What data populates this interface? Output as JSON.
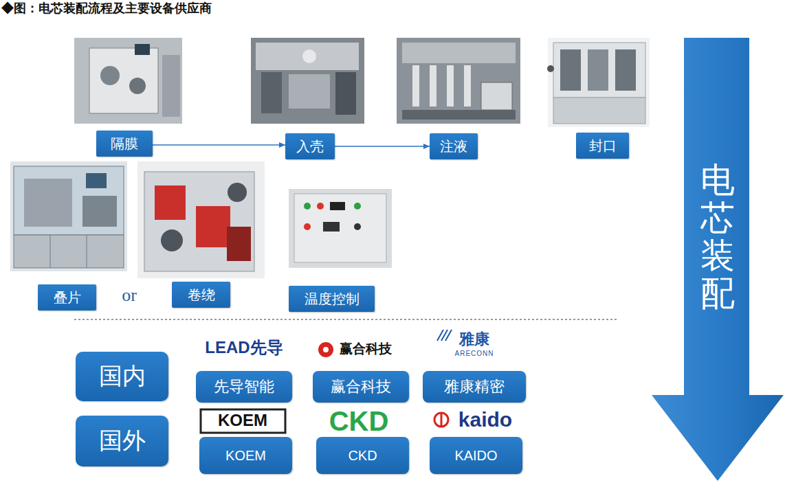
{
  "diagram": {
    "title": "◆图：电芯装配流程及主要设备供应商",
    "nodes": [
      {
        "text": [
          "隔膜"
        ]
      },
      {
        "text": [
          "入壳"
        ]
      },
      {
        "text": [
          "注液"
        ]
      },
      {
        "text": [
          "封口"
        ]
      },
      {
        "text": [
          "叠片"
        ]
      },
      {
        "text": [
          "卷绕"
        ]
      },
      {
        "text": [
          "温度控制"
        ]
      },
      {
        "text": [
          "国内"
        ]
      },
      {
        "text": [
          "先导智能"
        ]
      },
      {
        "text": [
          "赢合科技"
        ]
      },
      {
        "text": [
          "雅康精密"
        ]
      },
      {
        "text": [
          "国外"
        ]
      },
      {
        "text": [
          "KOEM"
        ]
      },
      {
        "text": [
          "CKD"
        ]
      },
      {
        "text": [
          "KAIDO"
        ]
      },
      {
        "text": [
          "电芯装配"
        ]
      }
    ],
    "edges": [
      {
        "from": 0,
        "to": 1,
        "arrow": "to"
      },
      {
        "from": 1,
        "to": 2,
        "arrow": "to"
      }
    ],
    "labels": [
      "or",
      "LEAD先导",
      "赢合科技",
      "雅康",
      "ARECONN",
      "KOEM",
      "CKD",
      "kaido"
    ]
  }
}
